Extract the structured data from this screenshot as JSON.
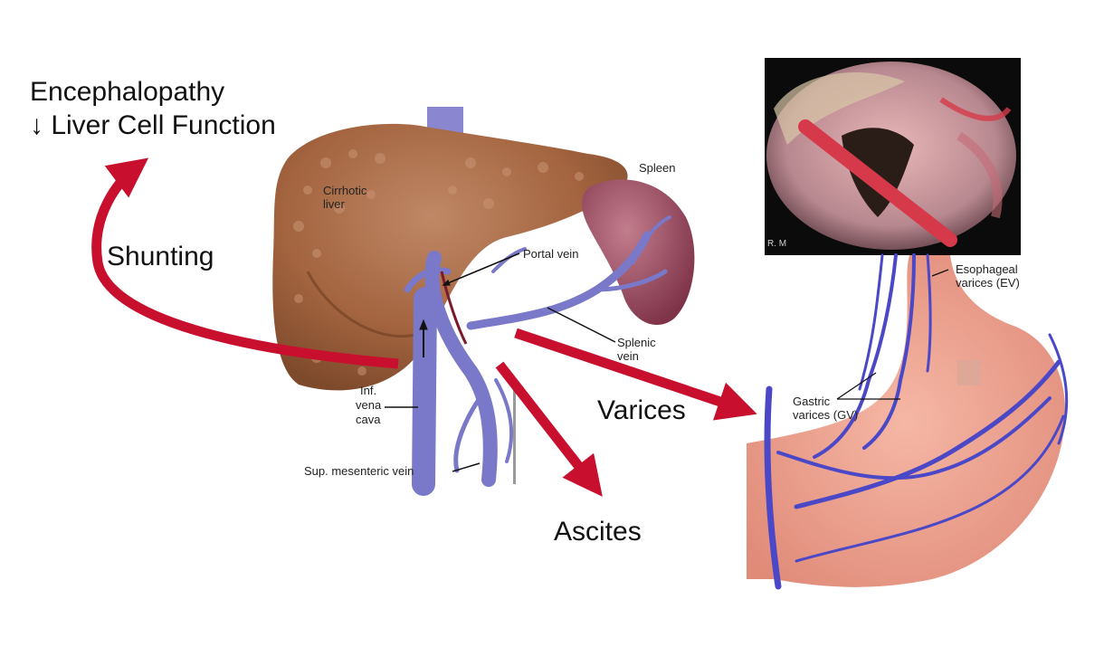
{
  "labels": {
    "encephalopathy": "Encephalopathy",
    "liver_cell_function": "↓ Liver Cell Function",
    "shunting": "Shunting",
    "varices": "Varices",
    "ascites": "Ascites"
  },
  "anatomy": {
    "cirrhotic_liver_1": "Cirrhotic",
    "cirrhotic_liver_2": "liver",
    "spleen": "Spleen",
    "portal_vein": "Portal vein",
    "splenic_vein_1": "Splenic",
    "splenic_vein_2": "vein",
    "ivc_1": "Inf.",
    "ivc_2": "vena",
    "ivc_3": "cava",
    "sup_mesenteric_vein": "Sup. mesenteric vein",
    "esophageal_varices_1": "Esophageal",
    "esophageal_varices_2": "varices (EV)",
    "gastric_varices_1": "Gastric",
    "gastric_varices_2": "varices (GV)",
    "photo_credit": "R. M"
  },
  "colors": {
    "arrow": "#c8102e",
    "liver": "#a66a44",
    "vein": "#7a78c8",
    "spleen": "#8e3f55",
    "stomach": "#eea08e"
  }
}
